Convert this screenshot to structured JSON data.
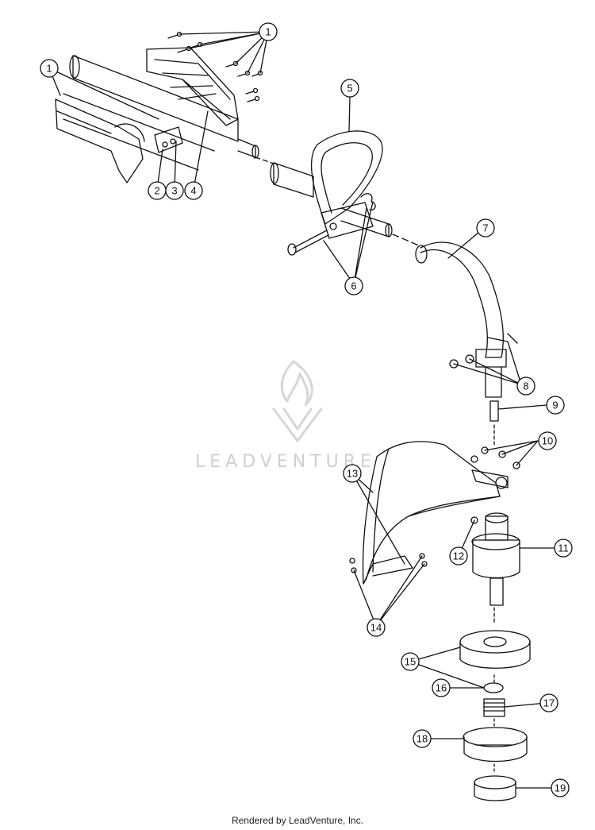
{
  "watermark": {
    "text": "LEADVENTURE"
  },
  "footer": {
    "text": "Rendered by LeadVenture, Inc."
  },
  "callouts": {
    "c1a": "1",
    "c1b": "1",
    "c2": "2",
    "c3": "3",
    "c4": "4",
    "c5": "5",
    "c6": "6",
    "c7": "7",
    "c8": "8",
    "c9": "9",
    "c10": "10",
    "c11": "11",
    "c12": "12",
    "c13": "13",
    "c14": "14",
    "c15": "15",
    "c16": "16",
    "c17": "17",
    "c18": "18",
    "c19": "19"
  }
}
